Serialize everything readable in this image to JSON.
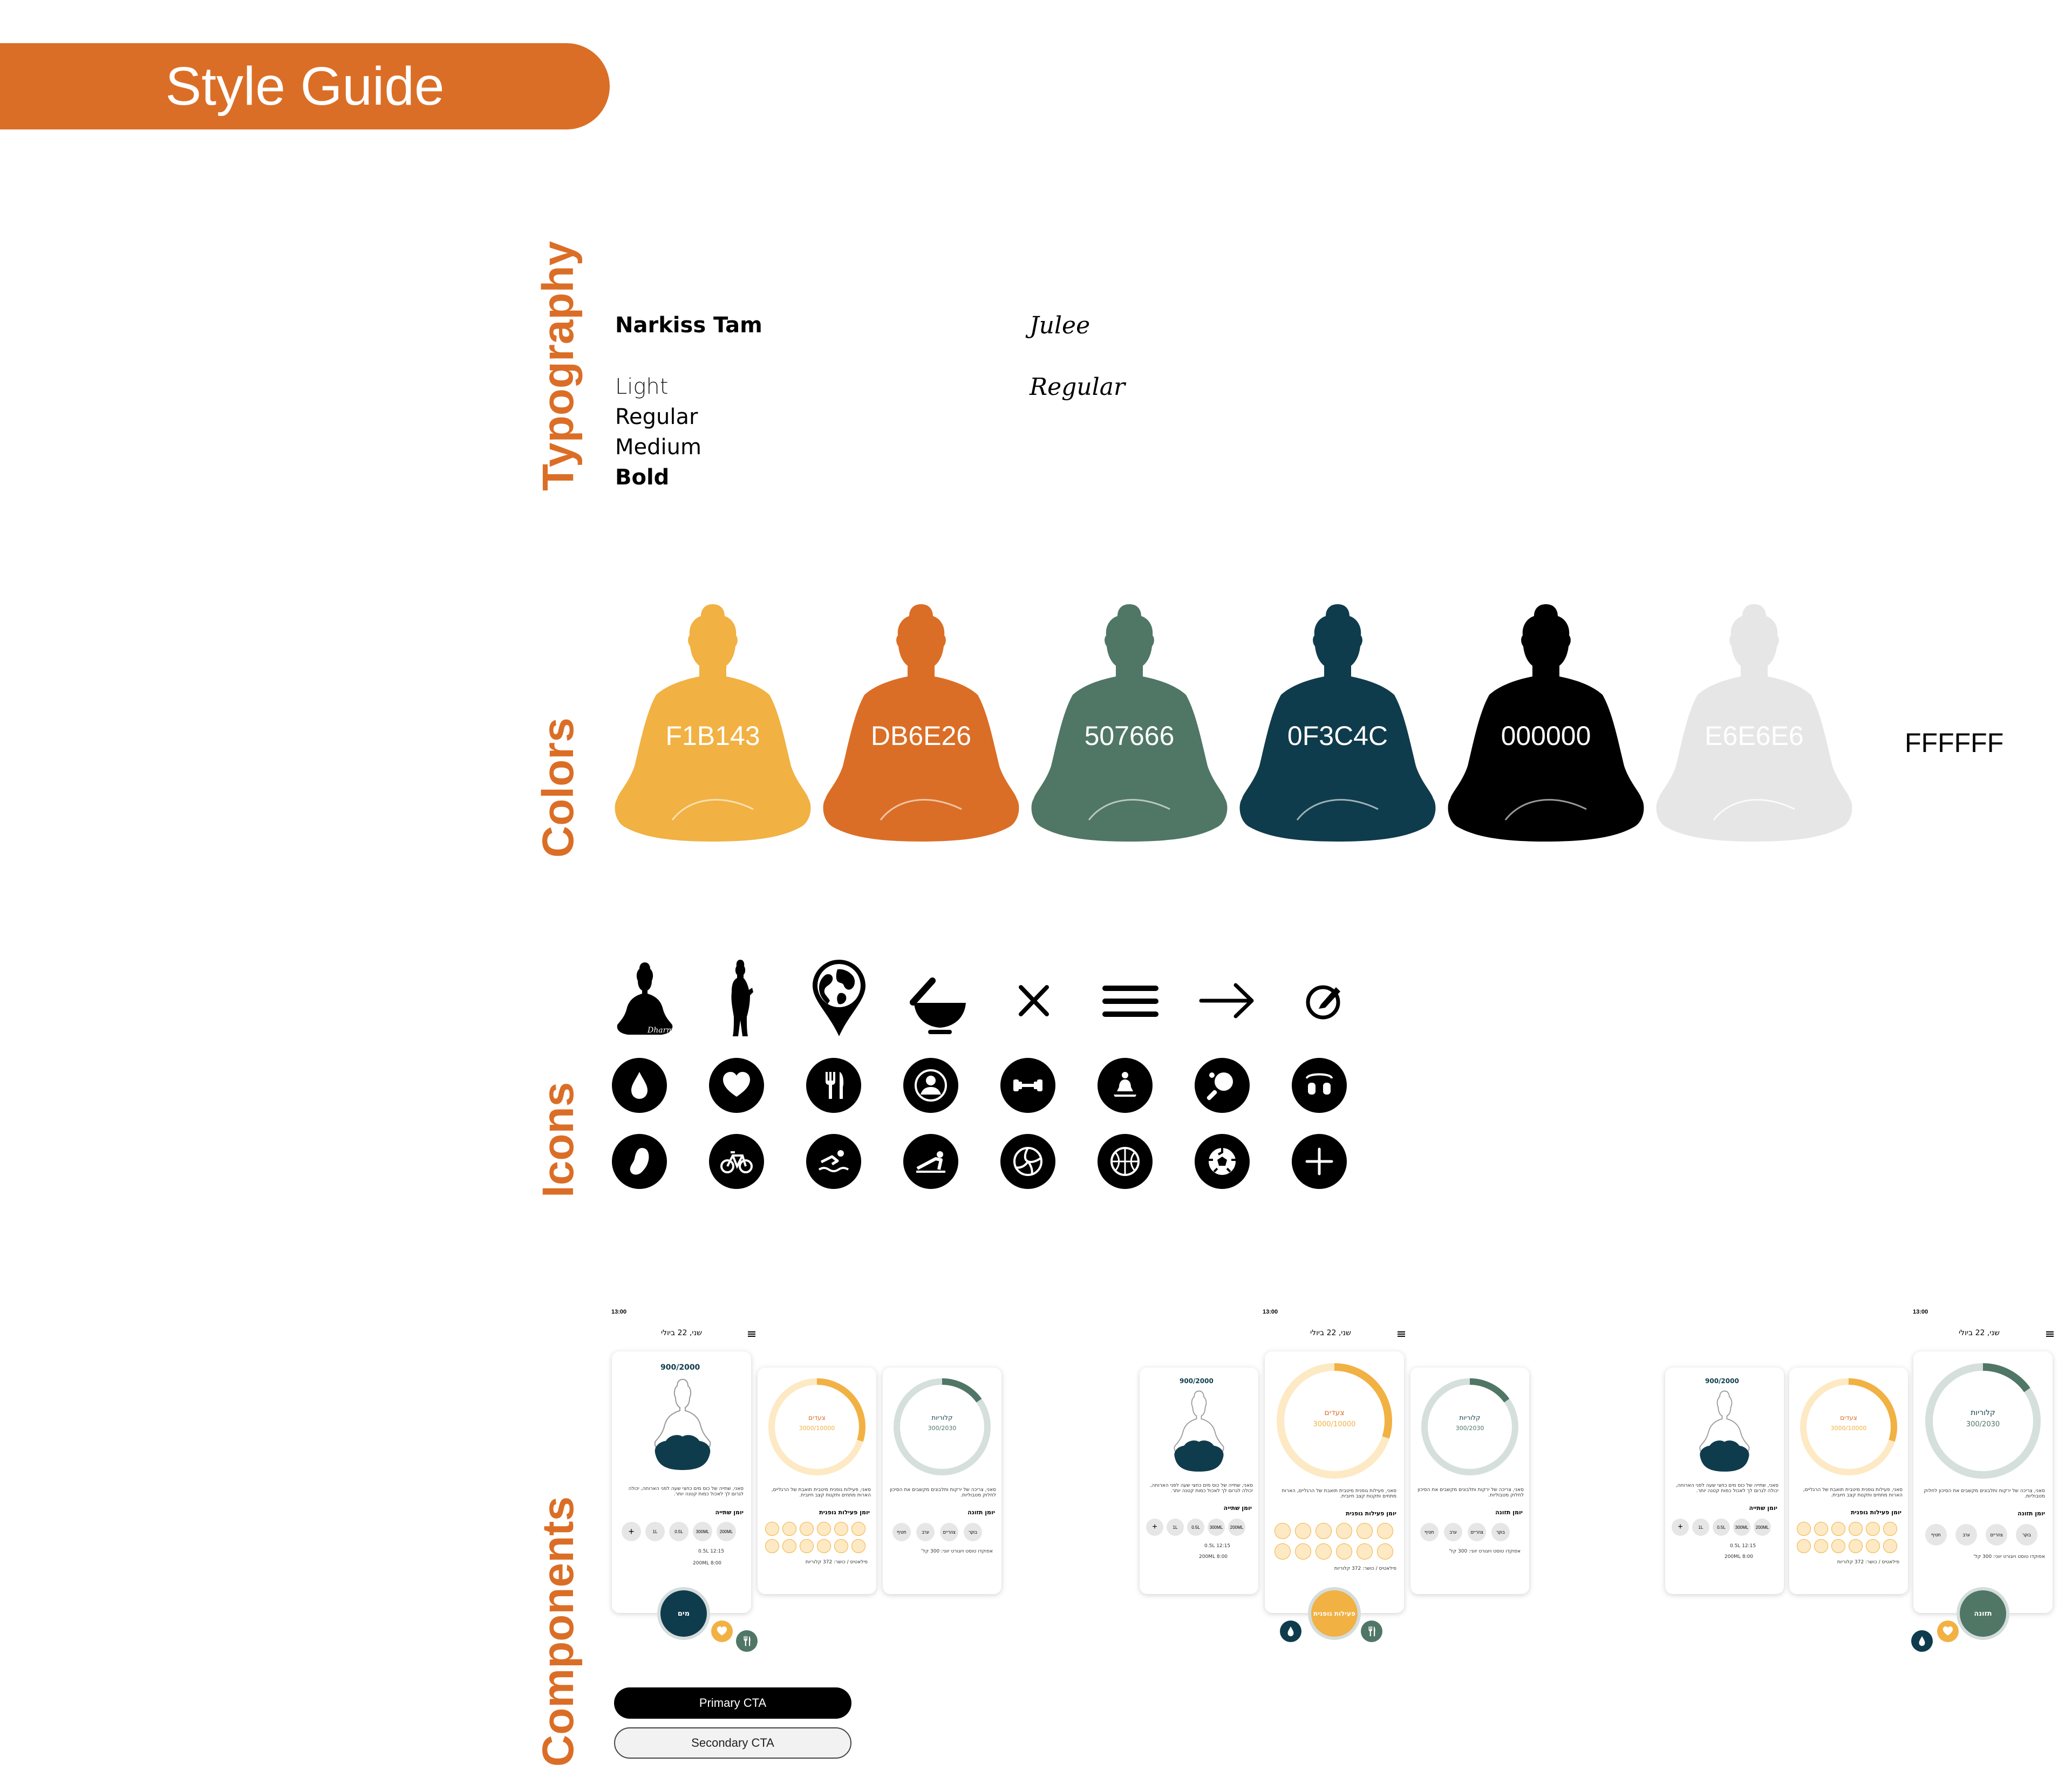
{
  "header": {
    "title": "Style Guide"
  },
  "sections": {
    "typography": "Typography",
    "colors": "Colors",
    "icons": "Icons",
    "components": "Components"
  },
  "typography": {
    "font1": {
      "name": "Narkiss Tam",
      "weights": [
        "Light",
        "Regular",
        "Medium",
        "Bold"
      ]
    },
    "font2": {
      "name": "Julee",
      "weights": [
        "Regular"
      ]
    }
  },
  "colors": [
    {
      "hex": "F1B143",
      "value": "#F1B143"
    },
    {
      "hex": "DB6E26",
      "value": "#DB6E26"
    },
    {
      "hex": "507666",
      "value": "#507666"
    },
    {
      "hex": "0F3C4C",
      "value": "#0F3C4C"
    },
    {
      "hex": "000000",
      "value": "#000000"
    },
    {
      "hex": "E6E6E6",
      "value": "#E6E6E6"
    },
    {
      "hex": "FFFFFF",
      "value": "#FFFFFF"
    }
  ],
  "icons": {
    "top_row": [
      "buddha-dharma-logo-icon",
      "standing-buddha-icon",
      "globe-pin-icon",
      "singing-bowl-icon",
      "close-icon",
      "menu-icon",
      "arrow-right-icon",
      "edit-icon"
    ],
    "logo_word": "Dharma",
    "row2": [
      "water-drop-icon",
      "heart-icon",
      "fork-knife-icon",
      "user-icon",
      "dumbbell-icon",
      "meditation-icon",
      "ping-pong-icon",
      "rings-icon"
    ],
    "row3": [
      "footprint-icon",
      "bicycle-icon",
      "swimming-icon",
      "pushup-icon",
      "volleyball-icon",
      "basketball-icon",
      "soccer-icon",
      "plus-icon"
    ]
  },
  "components": {
    "status_time": "13:00",
    "date": "שני, 22 ביולי",
    "water": {
      "goal": "900/2000",
      "text": "סאני, שתייה של כוס מים כחצי שעה לפני הארוחה, יכולה לגרום לך לאכול כמות קטנה יותר.",
      "log_title": "יומן שתייה",
      "chips": [
        "+",
        "1L",
        "0.5L",
        "300ML",
        "200ML"
      ],
      "log": [
        "0.5L  12:15",
        "200ML  8:00"
      ],
      "fab": "מים"
    },
    "steps": {
      "label": "צעדים",
      "value": "3000/10000",
      "progress": 0.3,
      "text": "סאני, פעילות גופנית מיטבית תואבת של הרגליים, הארות מתחים ותקנות קצב חיובית.",
      "log_title": "יומן פעילות גופנית",
      "log": "פילאטיס / כושר: 372 קלוריות",
      "fab": "פעילות גופנית"
    },
    "calories": {
      "label": "קלוריות",
      "value": "300/2030",
      "progress": 0.15,
      "text": "סאני, צריכה של ירקות ותלבונים מקשבים את הסיכון לחלוק מטבוליות.",
      "log_title": "יומן תזונה",
      "chips": [
        "בוקר",
        "צהריים",
        "ערב",
        "חטיף"
      ],
      "log": "אפוקדו טוסט ויוגורט יווני: 300 קל'",
      "fab": "תזונה"
    },
    "primary_cta": "Primary CTA",
    "secondary_cta": "Secondary CTA"
  }
}
